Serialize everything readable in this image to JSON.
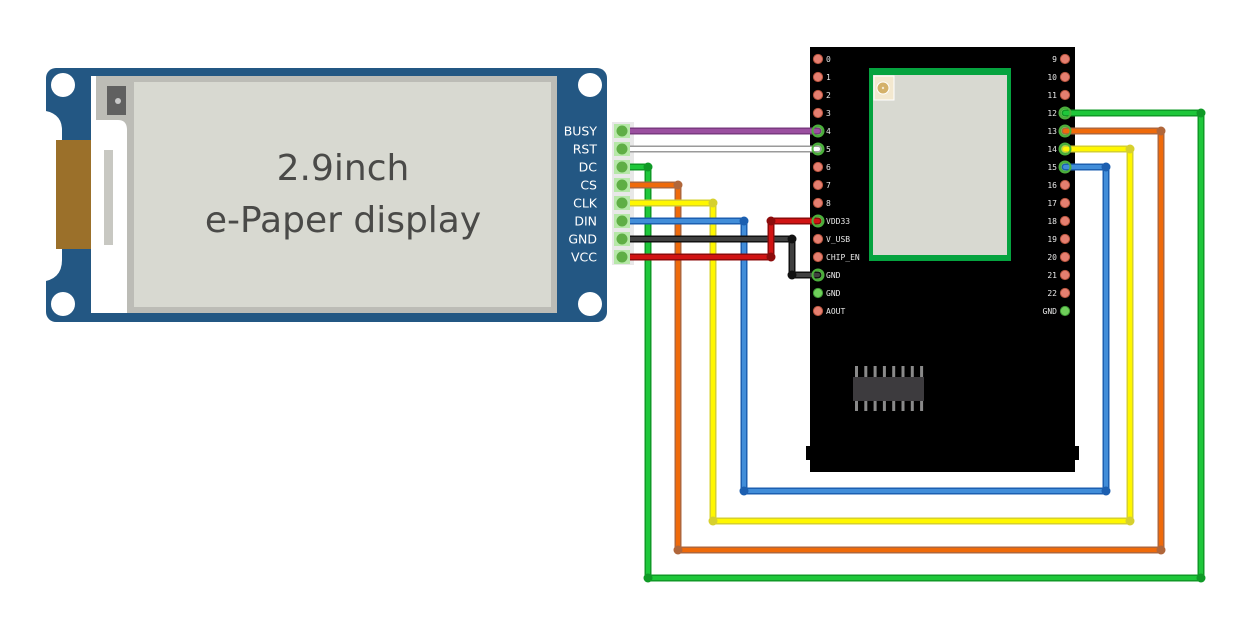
{
  "diagram": {
    "title": "2.9inch e-Paper display wiring to ESP32-style board",
    "epaper": {
      "screen_line1": "2.9inch",
      "screen_line2": "e-Paper display",
      "board_color": "#235783",
      "header_pins": [
        {
          "label": "BUSY"
        },
        {
          "label": "RST"
        },
        {
          "label": "DC"
        },
        {
          "label": "CS"
        },
        {
          "label": "CLK"
        },
        {
          "label": "DIN"
        },
        {
          "label": "GND"
        },
        {
          "label": "VCC"
        }
      ]
    },
    "mcu": {
      "board_color": "#000000",
      "module_border_color": "#05a33f",
      "left_pins": [
        {
          "label": "0",
          "connected": false
        },
        {
          "label": "1",
          "connected": false
        },
        {
          "label": "2",
          "connected": false
        },
        {
          "label": "3",
          "connected": false
        },
        {
          "label": "4",
          "connected": true
        },
        {
          "label": "5",
          "connected": true
        },
        {
          "label": "6",
          "connected": false
        },
        {
          "label": "7",
          "connected": false
        },
        {
          "label": "8",
          "connected": false
        },
        {
          "label": "VDD33",
          "connected": true
        },
        {
          "label": "V_USB",
          "connected": false
        },
        {
          "label": "CHIP_EN",
          "connected": false
        },
        {
          "label": "GND",
          "connected": true
        },
        {
          "label": "GND",
          "connected": true
        },
        {
          "label": "AOUT",
          "connected": false
        }
      ],
      "right_pins": [
        {
          "label": "9",
          "connected": false
        },
        {
          "label": "10",
          "connected": false
        },
        {
          "label": "11",
          "connected": false
        },
        {
          "label": "12",
          "connected": true
        },
        {
          "label": "13",
          "connected": true
        },
        {
          "label": "14",
          "connected": true
        },
        {
          "label": "15",
          "connected": true
        },
        {
          "label": "16",
          "connected": false
        },
        {
          "label": "17",
          "connected": false
        },
        {
          "label": "18",
          "connected": false
        },
        {
          "label": "19",
          "connected": false
        },
        {
          "label": "20",
          "connected": false
        },
        {
          "label": "21",
          "connected": false
        },
        {
          "label": "22",
          "connected": false
        },
        {
          "label": "GND",
          "connected": true
        }
      ]
    },
    "wires": [
      {
        "from": "BUSY",
        "to": "4",
        "color": "#9b4fa0",
        "edge": "#7a3a80"
      },
      {
        "from": "RST",
        "to": "5",
        "color": "#ffffff",
        "edge": "#9a9a9a"
      },
      {
        "from": "DC",
        "to": "12",
        "color": "#1ec73a",
        "edge": "#0f9a26"
      },
      {
        "from": "CS",
        "to": "13",
        "color": "#ef6a0a",
        "edge": "#b0663a"
      },
      {
        "from": "CLK",
        "to": "14",
        "color": "#fff700",
        "edge": "#d6d02e"
      },
      {
        "from": "DIN",
        "to": "15",
        "color": "#418dd9",
        "edge": "#1c5fb0"
      },
      {
        "from": "GND",
        "to": "GND",
        "color": "#404040",
        "edge": "#111111"
      },
      {
        "from": "VCC",
        "to": "VDD33",
        "color": "#d11313",
        "edge": "#8c0b0b"
      }
    ],
    "colors": {
      "pin_unconnected": "#e57f70",
      "pin_connected": "#6fcf5a",
      "screen": "#d8d9d1",
      "screen_border": "#bcbcb6",
      "ribbon": "#9b702a"
    }
  }
}
